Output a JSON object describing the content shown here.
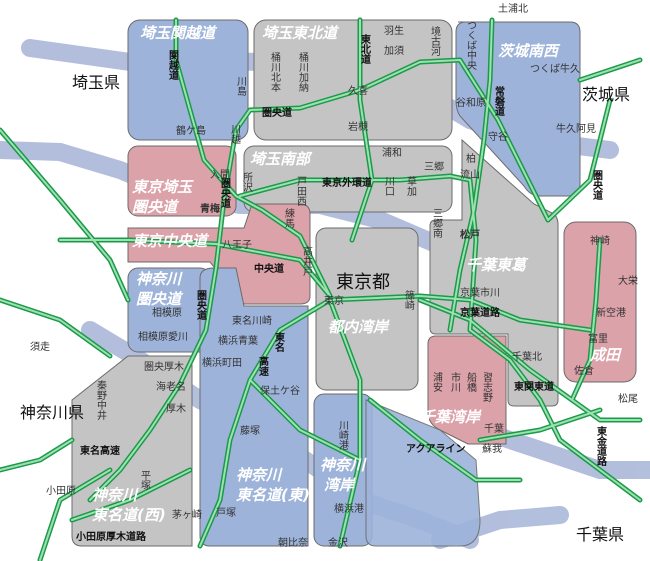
{
  "prefectures": {
    "saitama": "埼玉県",
    "ibaraki": "茨城県",
    "tokyo": "東京都",
    "kanagawa": "神奈川県",
    "chiba": "千葉県"
  },
  "regions": {
    "saitama_kanetsu": "埼玉関越道",
    "saitama_tohoku": "埼玉東北道",
    "ibaraki_minami": "茨城南西",
    "saitama_nanbu": "埼玉南部",
    "tokyo_saitama_1": "東京埼玉",
    "tokyo_saitama_2": "圏央道",
    "tokyo_chuo": "東京中央道",
    "kanagawa_kenodo_1": "神奈川",
    "kanagawa_kenodo_2": "圏央道",
    "toshin_wangan": "都内湾岸",
    "chiba_higashikatsu": "千葉東葛",
    "narita": "成田",
    "chiba_wangan": "千葉湾岸",
    "kanagawa_wangan_1": "神奈川",
    "kanagawa_wangan_2": "湾岸",
    "kanagawa_tomei_1": "神奈川",
    "kanagawa_tomei_2": "東名道(東)",
    "kanagawa_tomei_w_1": "神奈川",
    "kanagawa_tomei_w_2": "東名道(西)"
  },
  "roads": {
    "kanetsu": "関越道",
    "tohoku": "東北道",
    "kenodo_1": "圏央道",
    "kenodo_2": "圏央道",
    "kenodo_3": "圏央道",
    "joban": "常磐道",
    "kenodo_east": "圏央道",
    "gaikan": "東京外環道",
    "chuodo": "中央道",
    "keiyo": "京葉道路",
    "higashikanto": "東関東道",
    "tomei_kosoku_1": "東名",
    "tomei_kosoku_2": "高速",
    "tomei_kosoku_left": "東名高速",
    "odawara": "小田原厚木道路",
    "aqualine": "アクアライン",
    "tokin": "東金道路"
  },
  "places": {
    "tsuchiuraki": "土浦北",
    "tsukuba": "つくば中央",
    "hanyu": "羽生",
    "kazo": "加須",
    "sakaikoga": "境古河",
    "kawajima": "川島",
    "okegawa_kitamoto": "桶川北本",
    "okegawa_kano": "桶川加納",
    "kuki": "久喜",
    "iwatsuki": "岩槻",
    "yawara": "谷和原",
    "moriya": "守谷",
    "tsukubaushiku": "つくば牛久",
    "ushikuami": "牛久阿見",
    "tsurugashima": "鶴ケ島",
    "kawagoe": "川越",
    "iruma": "入間",
    "ome": "青梅",
    "tokorozawa": "所沢",
    "urawa": "浦和",
    "misato": "三郷",
    "kashiwa": "柏",
    "nagareyama": "流山",
    "todakoen": "戸田西",
    "kawaguchi": "川口",
    "soka": "草加",
    "misato_minami": "三郷南",
    "nerima": "練馬",
    "hachioji": "八王子",
    "takaido": "高井戸",
    "matsudo": "松戸",
    "kozaki": "神崎",
    "taiei": "大栄",
    "shinkuko": "新空港",
    "tomisato": "富里",
    "sakura": "佐倉",
    "sagamihara": "相模原",
    "sagamihara_aikawa": "相模原愛川",
    "tokyo": "東京",
    "shinozaki": "篠崎",
    "keiyo_ichikawa": "京葉市川",
    "chiba_kita": "千葉北",
    "higashikawasaki": "東名川崎",
    "yokohama_aoba": "横浜青葉",
    "yokohama_machida": "横浜町田",
    "hodogaya": "保土ケ谷",
    "kenodo_atsugi": "圏央厚木",
    "ebina": "海老名",
    "atsugi": "厚木",
    "hadano_nakai": "秦野中井",
    "hiratsuka": "平塚",
    "odawara": "小田原",
    "chigasaki": "茅ヶ崎",
    "fujisawa": "藤塚",
    "totsuka": "戸塚",
    "asahina": "朝比奈",
    "kawasaki_port": "川崎港",
    "yokohama_port": "横浜港",
    "kanazawa": "金沢",
    "urayasu": "浦安",
    "ichikawa": "市川",
    "funabashi": "船橋",
    "narashino": "習志野",
    "chiba_city": "千葉",
    "soga": "蘇我",
    "matsuo": "松尾",
    "suso": "須走"
  },
  "colors": {
    "road": "#1a9a4a",
    "road_light": "#8fd8a4",
    "band": "#a9b7d8",
    "blue_region": "#9db3da",
    "gray_region": "#c4c4c4",
    "red_region": "#dca2a9",
    "region_border": "#6b6b6b"
  }
}
